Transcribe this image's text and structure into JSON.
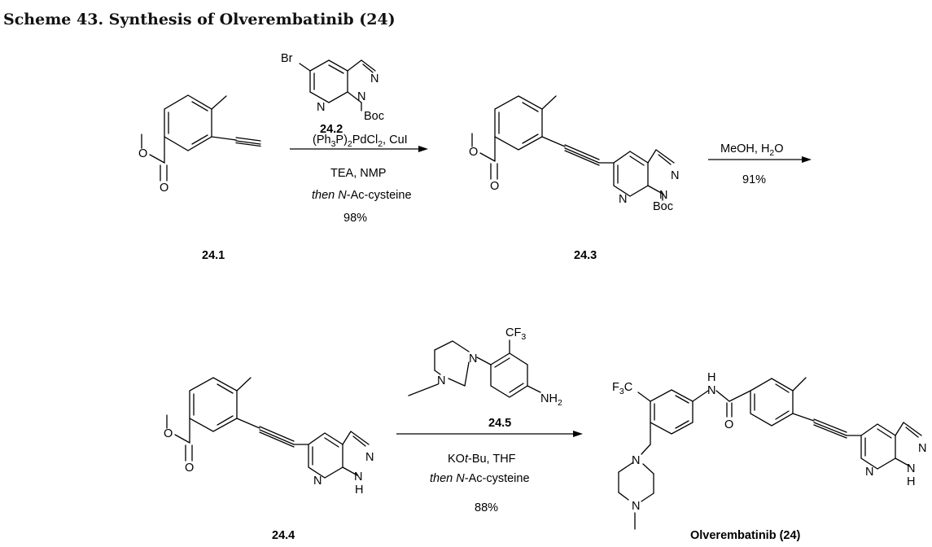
{
  "title": "Scheme 43. Synthesis of Olverembatinib (24)",
  "atoms": {
    "O": "O",
    "N": "N",
    "H": "H",
    "Br": "Br",
    "Boc": "Boc",
    "CF": "CF",
    "three": "3",
    "F3C_F": "F",
    "F3C_C": "C",
    "NH": "NH",
    "two": "2"
  },
  "compounds": {
    "c241": "24.1",
    "c242": "24.2",
    "c243": "24.3",
    "c244": "24.4",
    "c245": "24.5",
    "c24": "Olverembatinib (24)"
  },
  "step1": {
    "line1_a": "(Ph",
    "line1_sub1": "3",
    "line1_b": "P)",
    "line1_sub2": "2",
    "line1_c": "PdCl",
    "line1_sub3": "2",
    "line1_d": ", CuI",
    "line2": "TEA, NMP",
    "line3_italic": "then N",
    "line3_rest": "-Ac-cysteine",
    "yield": "98%"
  },
  "step2": {
    "line1_a": "MeOH, H",
    "line1_sub": "2",
    "line1_b": "O",
    "yield": "91%"
  },
  "step3": {
    "line1_a": "KO",
    "line1_italic": "t",
    "line1_b": "-Bu, THF",
    "line2_italic": "then N",
    "line2_rest": "-Ac-cysteine",
    "yield": "88%"
  }
}
